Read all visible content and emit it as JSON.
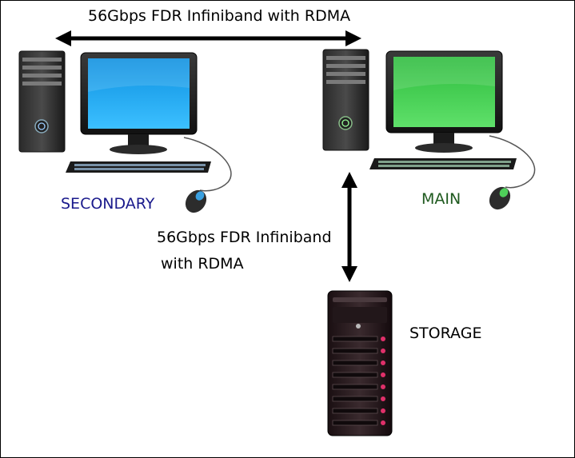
{
  "diagram": {
    "top_link_label": "56Gbps FDR Infiniband with RDMA",
    "storage_link_label_line1": "56Gbps FDR Infiniband",
    "storage_link_label_line2": "with RDMA",
    "secondary_label": "SECONDARY",
    "main_label": "MAIN",
    "storage_label": "STORAGE"
  },
  "colors": {
    "secondary_text": "#1a1a8c",
    "main_text": "#1f5a1f",
    "secondary_screen": "#22a8f0",
    "main_screen": "#3fce4f",
    "storage_led": "#e0306a"
  },
  "icons": [
    "desktop-computer-icon",
    "server-icon",
    "double-arrow-icon"
  ]
}
